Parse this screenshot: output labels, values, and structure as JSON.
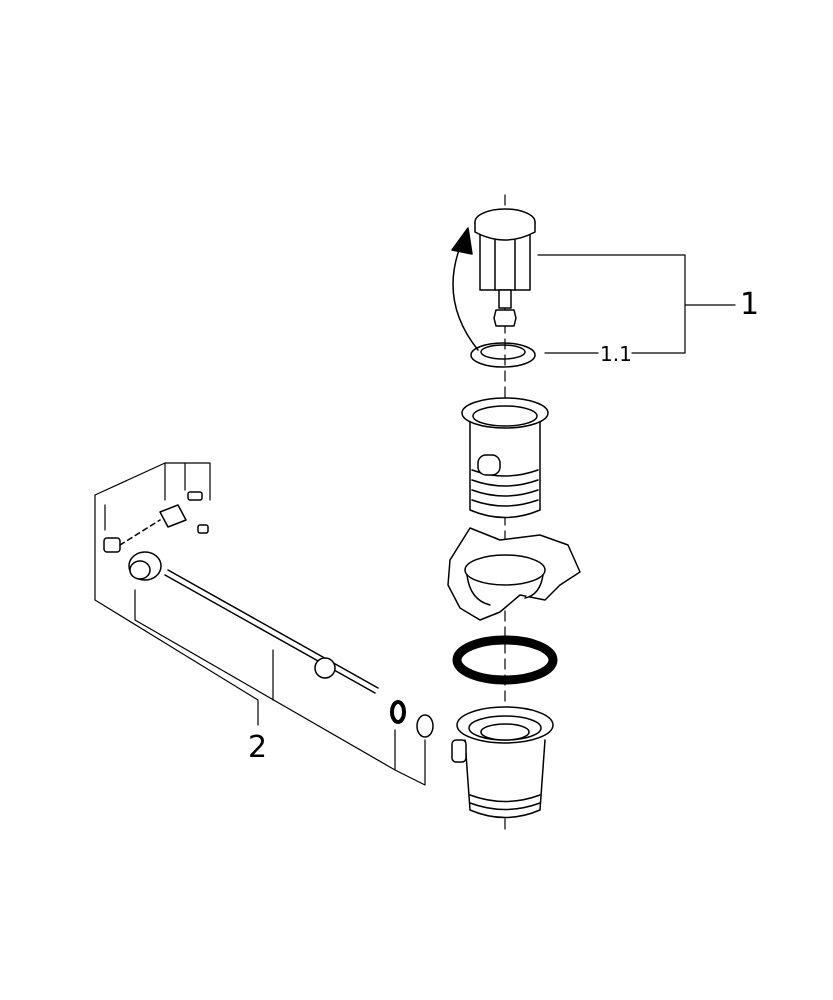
{
  "callouts": {
    "part_1": "1",
    "part_1_1": "1.1",
    "part_2": "2"
  },
  "colors": {
    "line": "#000000",
    "background": "#ffffff",
    "fill": "#ffffff"
  }
}
